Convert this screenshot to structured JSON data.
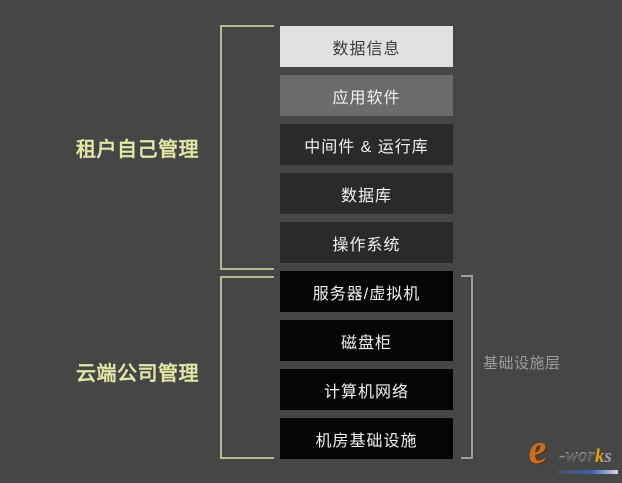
{
  "canvas": {
    "background": "#464646"
  },
  "left_annotations": [
    {
      "label": "租户自己管理"
    },
    {
      "label": "云端公司管理"
    }
  ],
  "layers": [
    {
      "label": "数据信息",
      "bg": "#e0e0e0",
      "text_color": "#3a3a3a"
    },
    {
      "label": "应用软件",
      "bg": "#6b6b6b",
      "text_color": "#f2f2f2"
    },
    {
      "label": "中间件 & 运行库",
      "bg": "#2a2a2a",
      "text_color": "#f2f2f2"
    },
    {
      "label": "数据库",
      "bg": "#2a2a2a",
      "text_color": "#f2f2f2"
    },
    {
      "label": "操作系统",
      "bg": "#2a2a2a",
      "text_color": "#f2f2f2"
    },
    {
      "label": "服务器/虚拟机",
      "bg": "#050505",
      "text_color": "#f2f2f2"
    },
    {
      "label": "磁盘柜",
      "bg": "#050505",
      "text_color": "#f2f2f2"
    },
    {
      "label": "计算机网络",
      "bg": "#050505",
      "text_color": "#f2f2f2"
    },
    {
      "label": "机房基础设施",
      "bg": "#050505",
      "text_color": "#f2f2f2"
    }
  ],
  "right_annotation": {
    "label": "基础设施层",
    "color": "#9d9d9d"
  },
  "accents": {
    "left_bracket": "#b5b98c",
    "left_label_text": "#e3e7a6",
    "right_bracket": "#9e9e9e"
  },
  "logo": {
    "e": "e",
    "dash_wor": "-wor",
    "k": "k",
    "s": "s"
  }
}
